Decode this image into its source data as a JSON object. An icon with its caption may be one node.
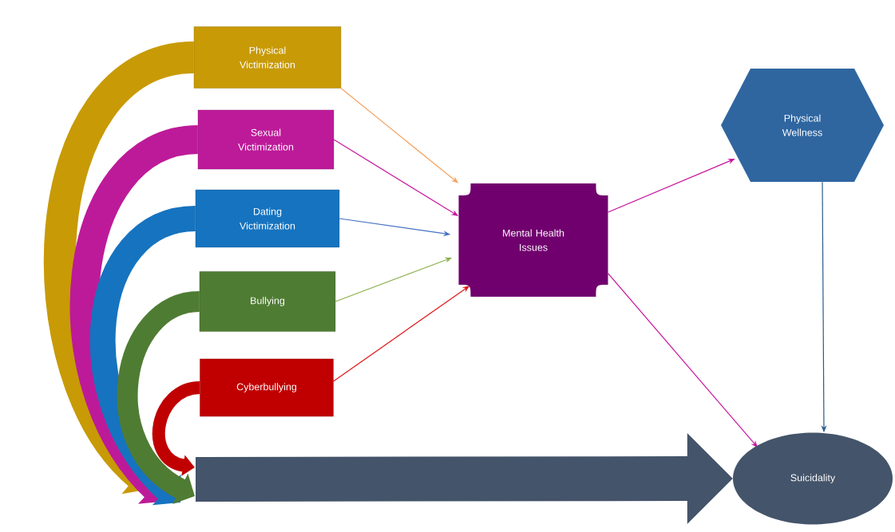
{
  "diagram": {
    "nodes": [
      {
        "text": [
          "Physical Victimization"
        ]
      },
      {
        "text": [
          "Sexual Victimization"
        ]
      },
      {
        "text": [
          "Dating Victimization"
        ]
      },
      {
        "text": [
          "Bullying"
        ]
      },
      {
        "text": [
          "Cyberbullying"
        ]
      },
      {
        "text": [
          "Mental Health Issues"
        ]
      },
      {
        "text": [
          "Physical Wellness"
        ]
      },
      {
        "text": [
          "Suicidality"
        ]
      }
    ],
    "edges": [
      {
        "from": 0,
        "to": 5,
        "arrow": "to",
        "color": "#f4a261"
      },
      {
        "from": 1,
        "to": 5,
        "arrow": "to",
        "color": "#c8179f"
      },
      {
        "from": 2,
        "to": 5,
        "arrow": "to",
        "color": "#4472c4"
      },
      {
        "from": 3,
        "to": 5,
        "arrow": "to",
        "color": "#8db04c"
      },
      {
        "from": 4,
        "to": 5,
        "arrow": "to",
        "color": "#e0151a"
      },
      {
        "from": 5,
        "to": 6,
        "arrow": "to",
        "color": "#c8179f"
      },
      {
        "from": 5,
        "to": 7,
        "arrow": "to",
        "color": "#c8179f"
      },
      {
        "from": 6,
        "to": 7,
        "arrow": "to",
        "color": "#2e5a8a"
      },
      {
        "from": 0,
        "to": null,
        "arrow": "to",
        "style": "thick",
        "color": "#c89a06"
      },
      {
        "from": 1,
        "to": null,
        "arrow": "to",
        "style": "thick",
        "color": "#bd1a99"
      },
      {
        "from": 2,
        "to": null,
        "arrow": "to",
        "style": "thick",
        "color": "#1673bf"
      },
      {
        "from": 3,
        "to": null,
        "arrow": "to",
        "style": "thick",
        "color": "#4f7c33"
      },
      {
        "from": 4,
        "to": null,
        "arrow": "to",
        "style": "thick",
        "color": "#c00000"
      },
      {
        "from": null,
        "to": 7,
        "arrow": "to",
        "style": "thick",
        "color": "#44546a"
      }
    ]
  }
}
